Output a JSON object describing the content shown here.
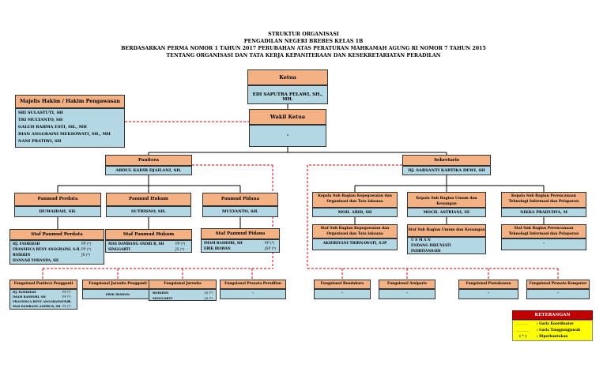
{
  "header": {
    "line1": "STRUKTUR ORGANISASI",
    "line2": "PENGADILAN NEGERI BREBES KELAS 1B",
    "line3": "BERDASARKAN PERMA NOMOR 1 TAHUN 2017 PERUBAHAN ATAS PERATURAN MAHKAMAH AGUNG RI NOMOR 7 TAHUN 2015",
    "line4": "TENTANG ORGANISASI DAN TATA KERJA KEPANITERAAN DAN KESEKRETARIATAN PERADILAN"
  },
  "ketua": {
    "title": "Ketua",
    "name": "EDI SAPUTRA PELAWI, SH., MH."
  },
  "wakil": {
    "title": "Wakil Ketua",
    "name": "-"
  },
  "hakim": {
    "title": "Majelis Hakim / Hakim Pengawasan",
    "members": [
      "SRI SULASTUTI, SH",
      "TRI MULYANTO, SH",
      "GALUH RAHMA ESTI, SH., MH",
      "DIAN ANGGRAINI MEKSOWATI, SH., MH",
      "NANI PRATIWI, SH"
    ]
  },
  "panitera": {
    "title": "Panitera",
    "name": "ABDUL KADIR DJAILANI, SH."
  },
  "sekretaris": {
    "title": "Sekretaris",
    "name": "HJ. SARSANTI KARTIKA DEWI, SH"
  },
  "panmud": [
    {
      "title": "Panmud Perdata",
      "name": "HUMAIDAH, SH."
    },
    {
      "title": "Panmud Hukum",
      "name": "SUTRISNO, SH."
    },
    {
      "title": "Panmud Pidana",
      "name": "MULYANTO, SH."
    }
  ],
  "staf_panmud": [
    {
      "title": "Staf Panmud Perdata",
      "members": [
        [
          "HJ. FASIKHAH",
          "PP (*)"
        ],
        [
          "FRANSISCA RENY ANGGRAINI, S.H.",
          "PP (*)"
        ],
        [
          "ROIKHIN",
          "JS (*)"
        ],
        [
          "HANNAH YOHANDA, SH",
          ""
        ]
      ]
    },
    {
      "title": "Staf Panmud Hukum",
      "members": [
        [
          "MAS DAMBANG ANDRI R, SH",
          "PP (*)"
        ],
        [
          "SINGGARTI",
          "JS (*)"
        ]
      ]
    },
    {
      "title": "Staf Panmud Pidana",
      "members": [
        [
          "IMAM BASHORI, SH",
          "PP (*)"
        ],
        [
          "ERIK IRAWAN",
          "JSP (*)"
        ]
      ]
    }
  ],
  "kasubag": [
    {
      "title": "Kepala Sub Bagian Kepegawaian dan Organisasi dan Tata laksana",
      "name": "MOH. ABID, SH"
    },
    {
      "title": "Kepala Sub Bagian Umum dan Keuangan",
      "name": "MOCH. ASTRIANI, SE"
    },
    {
      "title": "Kepala Sub Bagian Perencanaan Teknologi Informasi dan Pelaporan",
      "name": "NIKKA PRAHUDYA, M"
    }
  ],
  "staf_subag": [
    {
      "title": "Staf Sub Bagian Kepegawaian dan Organisasi dan Tata laksana",
      "members": [
        "AKHIRIYANI TRIRNAWATI, S.IP"
      ]
    },
    {
      "title": "Staf Sub Bagian Umum dan Keuangan",
      "members": [
        "U S M A N",
        "ENDANG DIKUNIATI",
        "INDRIYANSADI"
      ]
    },
    {
      "title": "Staf Sub Bagian Perencanaan Teknologi Informasi dan Pelaporan",
      "members": [
        "-"
      ]
    }
  ],
  "fungsional": [
    {
      "title": "Fungsional Panitera Pengganti",
      "members": [
        [
          "HJ. FASIKHAH",
          "PP (*)"
        ],
        [
          "IMAM BASHORI, SH",
          "PP (*)"
        ],
        [
          "FRANSISCA RENY ANGGRAINI, S.H.",
          "PP (*)"
        ],
        [
          "MAS DAMBANG ANDRI R, SH",
          "PP (*)"
        ]
      ]
    },
    {
      "title": "Fungsional Jurusita Pengganti",
      "members": [
        [
          "ERIK IRAWAN",
          ""
        ]
      ]
    },
    {
      "title": "Fungsional Jurusita",
      "members": [
        [
          "ROIKHIN",
          "JS (*)"
        ],
        [
          "SINGGARTI",
          "JS (*)"
        ]
      ]
    },
    {
      "title": "Fungsional Pranata Peradilan",
      "members": [
        [
          "-",
          ""
        ]
      ]
    },
    {
      "title": "Fungsional Bendahara",
      "members": [
        [
          "-",
          ""
        ]
      ]
    },
    {
      "title": "Fungsional Arsiparis",
      "members": [
        [
          "-",
          ""
        ]
      ]
    },
    {
      "title": "Fungsional Pustakawan",
      "members": [
        [
          "-",
          ""
        ]
      ]
    },
    {
      "title": "Fungsional Pranata Komputer",
      "members": [
        [
          "-",
          ""
        ]
      ]
    }
  ],
  "legend": {
    "title": "KETERANGAN",
    "items": [
      {
        "sym": "-----------",
        "text": ": Garis Koordinator"
      },
      {
        "sym": "————",
        "text": ": Garis Tanggungjawab"
      },
      {
        "sym": "( * )",
        "text": ": Diperbantukan"
      }
    ],
    "colors": {
      "header_bg": "#c00000",
      "body_bg": "#ffff00",
      "dash_line": "#e00000"
    }
  },
  "colors": {
    "title_box": "#f4b183",
    "name_box": "#b4d7e4"
  }
}
